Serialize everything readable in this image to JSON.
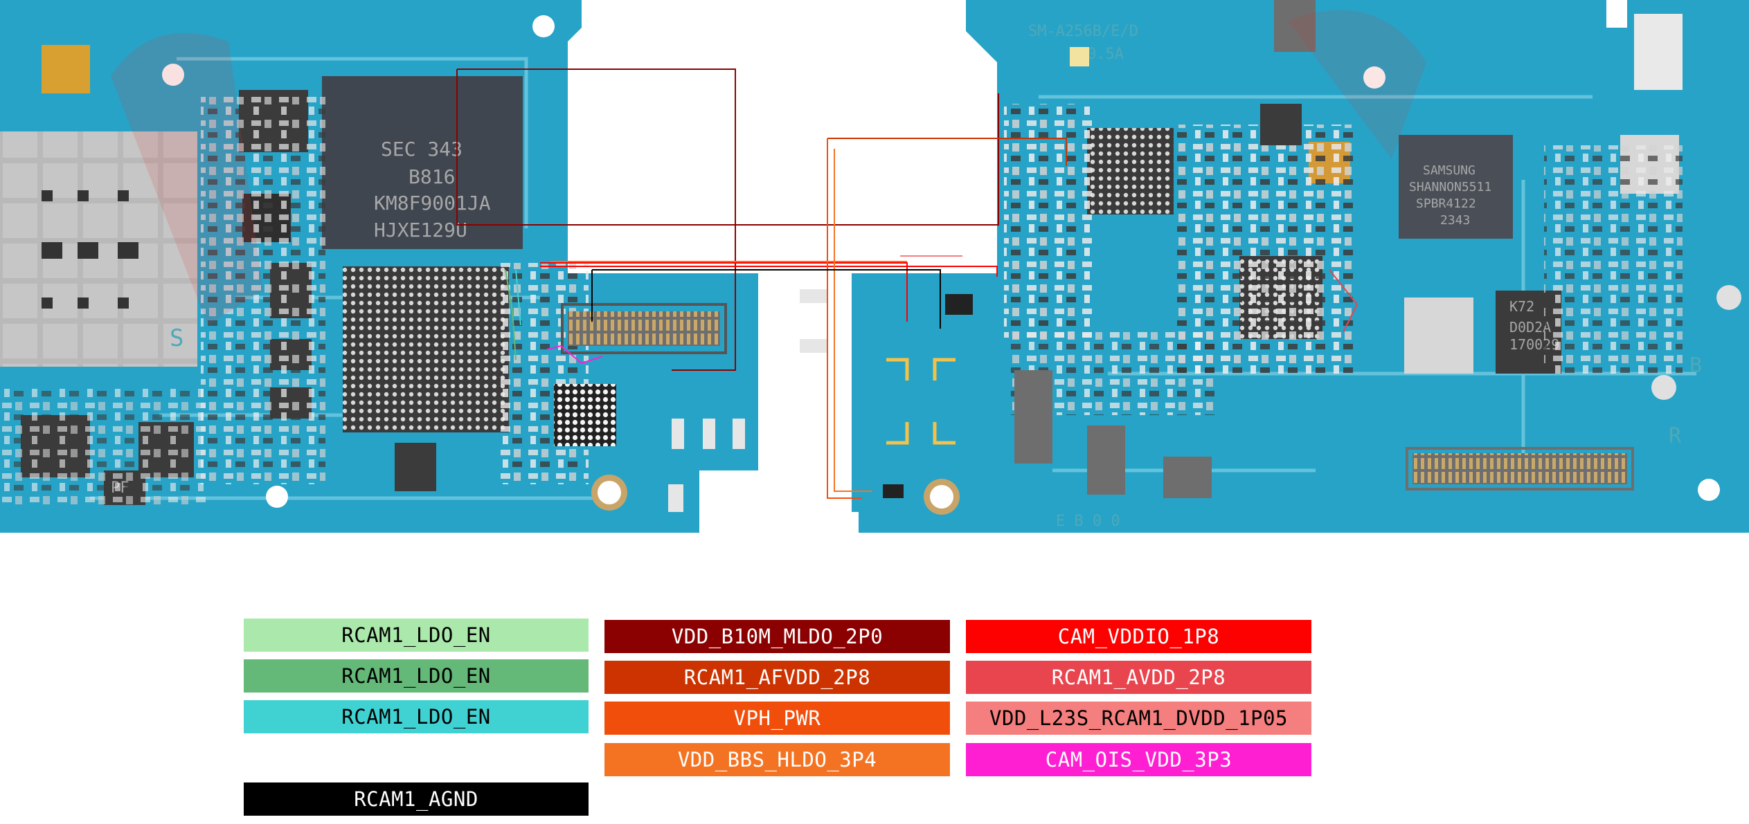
{
  "board": {
    "model_label": "SM-A256B/E/D",
    "left_soc_marking": [
      "SEC 343",
      "B816",
      "KM8F9001JA",
      "HJXE129U"
    ],
    "modem_marking": [
      "SAMSUNG",
      "SHANNON5511",
      "SPBR4122",
      "2343"
    ],
    "small_chip_marking": [
      "K72",
      "D0D2A",
      "170029"
    ],
    "silk_r": "R",
    "silk_b": "B",
    "silk_ebo": "E B 0 0",
    "silk_s": "S",
    "silk_pf": "PF",
    "silk_rev": "0.5A"
  },
  "legend": [
    {
      "label": "RCAM1_LDO_EN",
      "bg": "#abe8ab",
      "fg": "#000000"
    },
    {
      "label": "RCAM1_LDO_EN",
      "bg": "#64b878",
      "fg": "#000000"
    },
    {
      "label": "RCAM1_LDO_EN",
      "bg": "#40d2d2",
      "fg": "#000000"
    },
    {
      "label": "RCAM1_AGND",
      "bg": "#000000",
      "fg": "#ffffff"
    },
    {
      "label": "VDD_B10M_MLDO_2P0",
      "bg": "#8b0000",
      "fg": "#ffffff"
    },
    {
      "label": "RCAM1_AFVDD_2P8",
      "bg": "#cc3300",
      "fg": "#ffffff"
    },
    {
      "label": "VPH_PWR",
      "bg": "#f24e0b",
      "fg": "#ffffff"
    },
    {
      "label": "VDD_BBS_HLDO_3P4",
      "bg": "#f47323",
      "fg": "#ffffff"
    },
    {
      "label": "CAM_VDDIO_1P8",
      "bg": "#fd0000",
      "fg": "#ffffff"
    },
    {
      "label": "RCAM1_AVDD_2P8",
      "bg": "#e8454f",
      "fg": "#ffffff"
    },
    {
      "label": "VDD_L23S_RCAM1_DVDD_1P05",
      "bg": "#f57e7e",
      "fg": "#000000"
    },
    {
      "label": "CAM_OIS_VDD_3P3",
      "bg": "#ff1fd2",
      "fg": "#ffffff"
    }
  ]
}
